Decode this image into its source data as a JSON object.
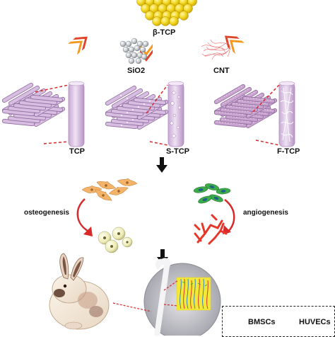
{
  "labels": {
    "beta_tcp": "β-TCP",
    "sio2": "SiO2",
    "cnt": "CNT",
    "tcp": "TCP",
    "s_tcp": "S-TCP",
    "f_tcp": "F-TCP",
    "osteogenesis": "osteogenesis",
    "angiogenesis": "angiogenesis"
  },
  "legend": {
    "bmscs": "BMSCs",
    "huvecs": "HUVECs"
  },
  "colors": {
    "beta_tcp_particles": "#f2d61d",
    "chevron_orange": "#f39a1e",
    "chevron_red": "#e0452a",
    "scaffold_lavender": "#d7bde0",
    "scaffold_fiber": "#c9a4cf",
    "dashed_red": "#d8292b",
    "arrow_red": "#d8292b",
    "bmsc": "#f3b46a",
    "huvec": "#3cab49",
    "vessel_red": "#e5372a",
    "bone_gray": "#c9c9cc"
  },
  "icons": [
    "beta-tcp-particles-icon",
    "chevron-icon",
    "sio2-particles-icon",
    "cnt-fibers-icon",
    "scaffold-grid-icon",
    "strut-rod-icon",
    "down-arrow-icon",
    "curved-arrow-icon",
    "bmsc-cell-icon",
    "huvec-cell-icon",
    "bone-nodule-icon",
    "blood-vessel-icon",
    "rabbit-icon",
    "bone-defect-icon"
  ]
}
